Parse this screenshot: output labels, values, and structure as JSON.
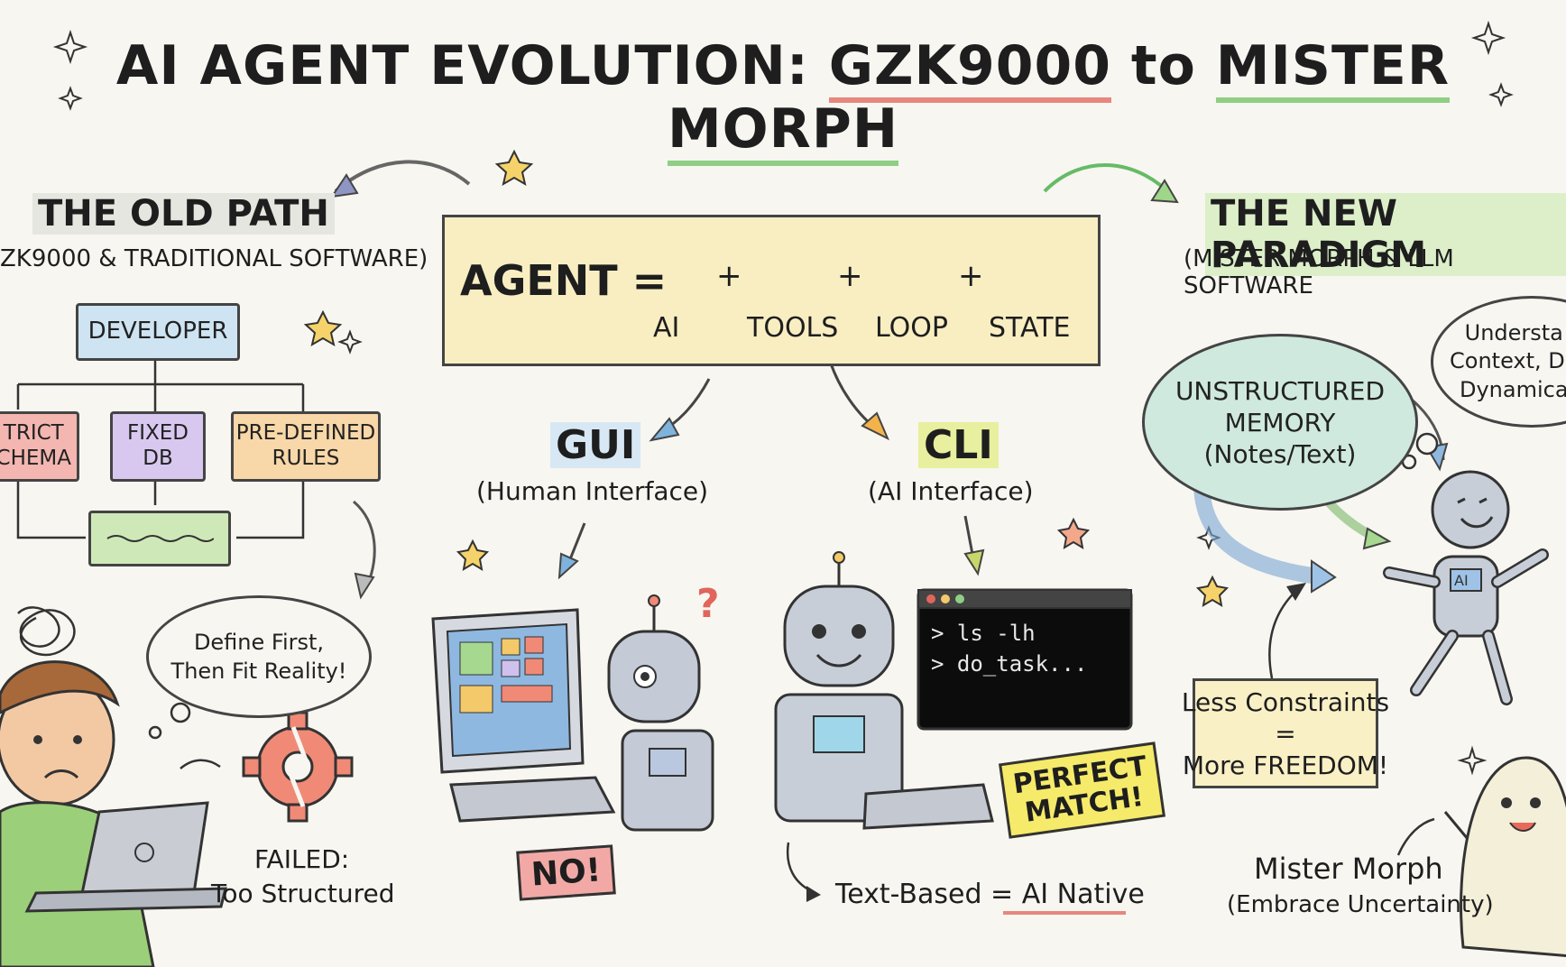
{
  "title": {
    "part1": "AI AGENT EVOLUTION: ",
    "highlight1": "GZK9000",
    "part2": " to ",
    "highlight2": "MISTER MORPH"
  },
  "old_path": {
    "heading": "THE OLD PATH",
    "subtitle": "ZK9000 & TRADITIONAL SOFTWARE)",
    "developer": "DEVELOPER",
    "strict_schema": "TRICT\nCHEMA",
    "fixed_db": "FIXED\nDB",
    "pre_defined_rules": "PRE-DEFINED\nRULES",
    "thought": "Define First,\nThen Fit Reality!",
    "failed_title": "FAILED:",
    "failed_text": "Too Structured"
  },
  "formula": {
    "agent": "AGENT =",
    "ai": "AI",
    "tools": "TOOLS",
    "loop": "LOOP",
    "state": "STATE"
  },
  "gui": {
    "heading": "GUI",
    "subtitle": "(Human Interface)",
    "no_sign": "NO!"
  },
  "cli": {
    "heading": "CLI",
    "subtitle": "(AI Interface)",
    "terminal_line1": "> ls -lh",
    "terminal_line2": "> do_task...",
    "match_sign": "PERFECT\nMATCH!",
    "caption": "Text-Based = ",
    "caption_highlight": "AI Native"
  },
  "new_paradigm": {
    "heading": "THE NEW PARADIGM",
    "subtitle": "(MISTER MORPH & LLM SOFTWARE",
    "memory_cloud": "UNSTRUCTURED\nMEMORY\n(Notes/Text)",
    "understand_cloud": "Understa\nContext, De\nDynamica",
    "note": "Less Constraints\n=\nMore FREEDOM!",
    "morph_name": "Mister Morph",
    "morph_caption": "(Embrace Uncertainty)"
  },
  "colors": {
    "developer": "#cfe4f2",
    "schema": "#f4b6b0",
    "db": "#d8c8ef",
    "rules": "#f8d7a8",
    "result": "#cfe8b8",
    "formula_bg": "#f8eec2",
    "memory": "#cfe9df",
    "note": "#faf0c6",
    "match": "#f6ea6a",
    "no": "#f2a9a6"
  }
}
